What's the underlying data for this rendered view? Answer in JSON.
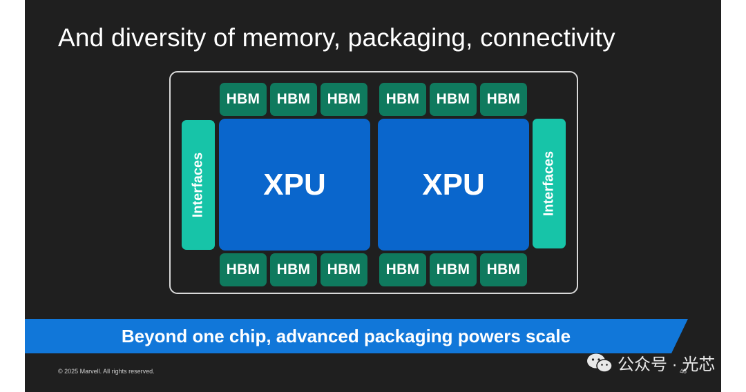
{
  "slide": {
    "title": "And diversity of memory, packaging, connectivity",
    "banner": "Beyond one chip, advanced packaging powers scale",
    "footer": "© 2025 Marvell. All rights reserved.",
    "page_number": "48"
  },
  "diagram": {
    "hbm_label": "HBM",
    "xpu_label": "XPU",
    "interfaces_label": "Interfaces"
  },
  "watermark": {
    "text": "公众号 · 光芯"
  },
  "colors": {
    "background": "#1f1f1f",
    "hbm": "#0f7a5e",
    "xpu": "#0a66cc",
    "interfaces": "#17c4a8",
    "banner": "#1177d9"
  }
}
